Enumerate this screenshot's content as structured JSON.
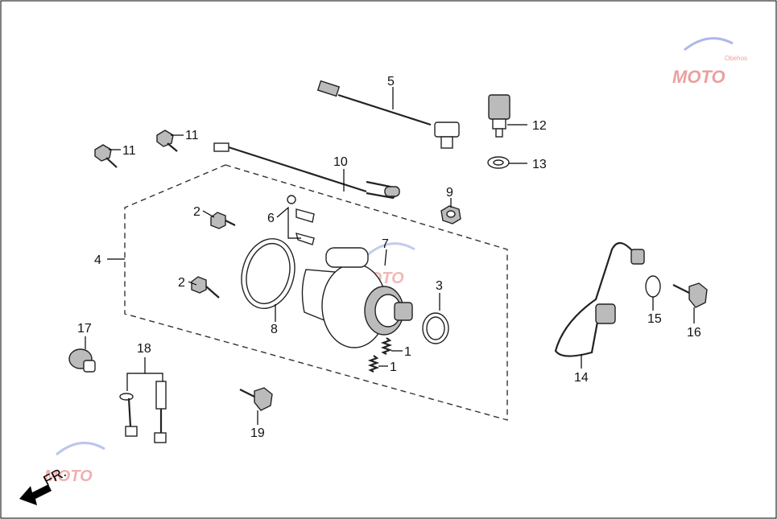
{
  "labels": {
    "l1a": "1",
    "l1b": "1",
    "l2a": "2",
    "l2b": "2",
    "l3": "3",
    "l4": "4",
    "l5": "5",
    "l6": "6",
    "l7": "7",
    "l8": "8",
    "l9": "9",
    "l10": "10",
    "l11a": "11",
    "l11b": "11",
    "l12": "12",
    "l13": "13",
    "l14": "14",
    "l15": "15",
    "l16": "16",
    "l17": "17",
    "l18": "18",
    "l19": "19"
  },
  "direction_label": "FR.",
  "watermark": {
    "text": "MOTO",
    "sub": "Obehos"
  },
  "colors": {
    "line": "#222222",
    "watermark_red": "#d9534f",
    "watermark_blue": "#6a7fd6"
  }
}
